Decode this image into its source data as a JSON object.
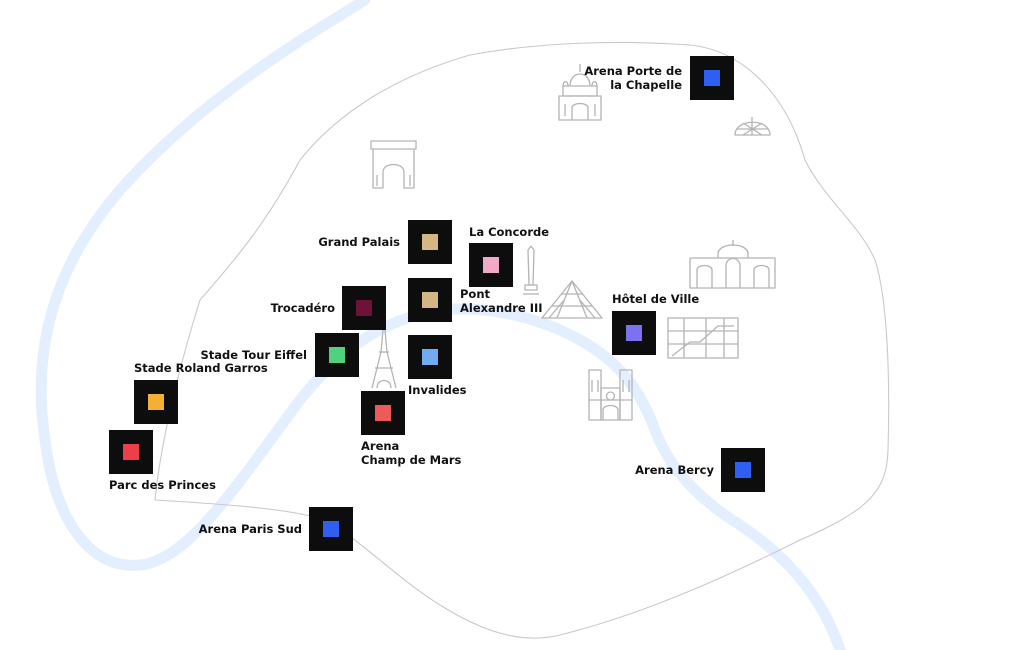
{
  "colors": {
    "river": "#e3efff",
    "boundary": "#c9c9c9",
    "venue_tile": "#0d0d0d",
    "landmark_stroke": "#b4b4b4"
  },
  "venues": [
    {
      "id": "arena-porte-de-la-chapelle",
      "label_lines": [
        "Arena Porte de",
        "la Chapelle"
      ],
      "color": "#2f5ff0"
    },
    {
      "id": "grand-palais",
      "label_lines": [
        "Grand Palais"
      ],
      "color": "#d3b780"
    },
    {
      "id": "la-concorde",
      "label_lines": [
        "La Concorde"
      ],
      "color": "#f2a9c8"
    },
    {
      "id": "pont-alexandre-iii",
      "label_lines": [
        "Pont",
        "Alexandre III"
      ],
      "color": "#d3b780"
    },
    {
      "id": "trocadero",
      "label_lines": [
        "Trocadéro"
      ],
      "color": "#6e1337"
    },
    {
      "id": "stade-tour-eiffel",
      "label_lines": [
        "Stade Tour Eiffel"
      ],
      "color": "#4fd17e"
    },
    {
      "id": "invalides",
      "label_lines": [
        "Invalides"
      ],
      "color": "#73abf2"
    },
    {
      "id": "stade-roland-garros",
      "label_lines": [
        "Stade Roland Garros"
      ],
      "color": "#f2b035"
    },
    {
      "id": "parc-des-princes",
      "label_lines": [
        "Parc des Princes"
      ],
      "color": "#ec3f4b"
    },
    {
      "id": "arena-champ-de-mars",
      "label_lines": [
        "Arena",
        "Champ de Mars"
      ],
      "color": "#ec5a5a"
    },
    {
      "id": "hotel-de-ville",
      "label_lines": [
        "Hôtel de Ville"
      ],
      "color": "#7a72ee"
    },
    {
      "id": "arena-bercy",
      "label_lines": [
        "Arena Bercy"
      ],
      "color": "#2f5ff0"
    },
    {
      "id": "arena-paris-sud",
      "label_lines": [
        "Arena Paris Sud"
      ],
      "color": "#2f5ff0"
    }
  ],
  "landmarks": [
    {
      "id": "sacre-coeur",
      "icon": "sacre-coeur-icon"
    },
    {
      "id": "geode",
      "icon": "geode-icon"
    },
    {
      "id": "arc-de-triomphe",
      "icon": "arc-de-triomphe-icon"
    },
    {
      "id": "obelisk",
      "icon": "obelisk-icon"
    },
    {
      "id": "louvre-pyramid",
      "icon": "louvre-pyramid-icon"
    },
    {
      "id": "gare-de-l-est",
      "icon": "train-station-icon"
    },
    {
      "id": "centre-pompidou",
      "icon": "pompidou-icon"
    },
    {
      "id": "notre-dame",
      "icon": "notre-dame-icon"
    },
    {
      "id": "eiffel-tower",
      "icon": "eiffel-tower-icon"
    }
  ]
}
